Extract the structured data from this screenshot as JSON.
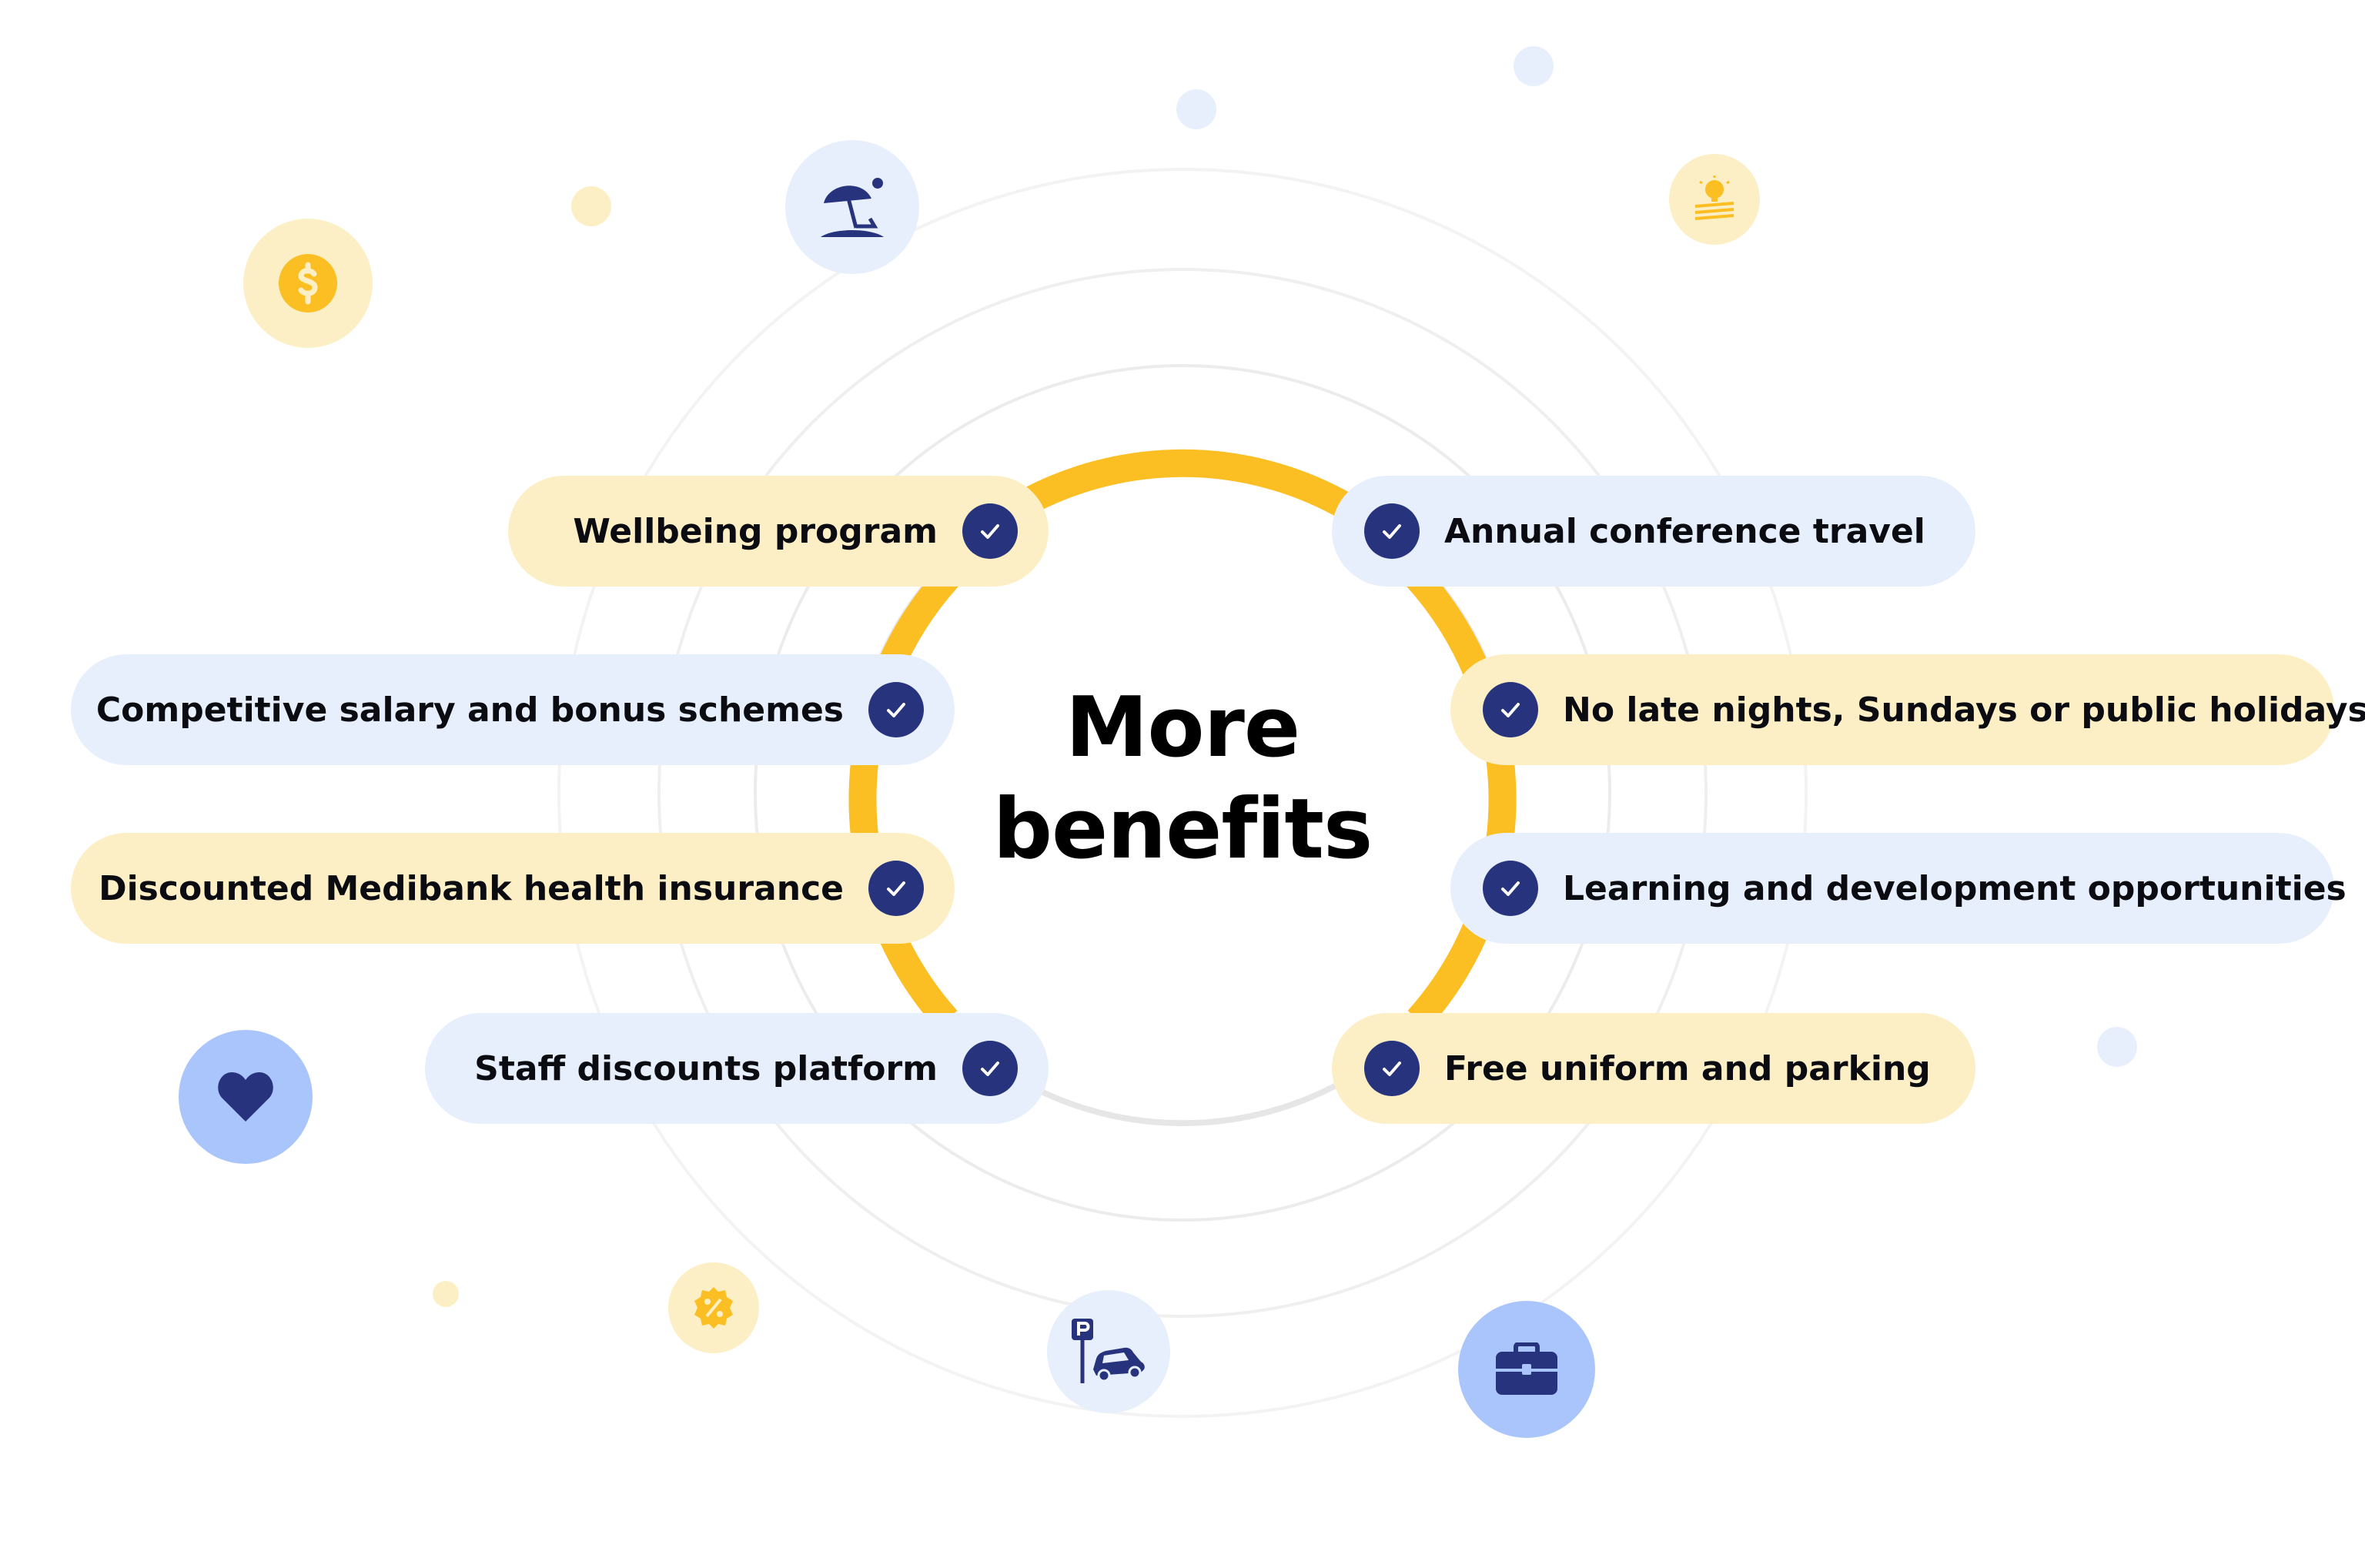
{
  "title": {
    "line1": "More",
    "line2": "benefits"
  },
  "benefits_left": [
    {
      "label": "Wellbeing program",
      "color": "#fdefc5"
    },
    {
      "label": "Competitive salary and bonus schemes",
      "color": "#e8effc"
    },
    {
      "label": "Discounted Medibank health insurance",
      "color": "#fdefc5"
    },
    {
      "label": "Staff discounts platform",
      "color": "#e8effc"
    }
  ],
  "benefits_right": [
    {
      "label": "Annual conference travel",
      "color": "#e8effc"
    },
    {
      "label": "No late nights, Sundays or public holidays",
      "color": "#fdefc5"
    },
    {
      "label": "Learning and development opportunities",
      "color": "#e8effc"
    },
    {
      "label": "Free uniform and parking",
      "color": "#fdefc5"
    }
  ],
  "icons": [
    {
      "name": "dollar-coin-icon"
    },
    {
      "name": "beach-umbrella-icon"
    },
    {
      "name": "money-idea-icon"
    },
    {
      "name": "heart-icon"
    },
    {
      "name": "percent-badge-icon"
    },
    {
      "name": "parking-car-icon"
    },
    {
      "name": "briefcase-icon"
    }
  ],
  "colors": {
    "accent_yellow": "#fbbf24",
    "pill_yellow": "#fdefc5",
    "pill_blue": "#e8effc",
    "check_navy": "#27347d",
    "ring_gray": "#e6e6e6"
  }
}
